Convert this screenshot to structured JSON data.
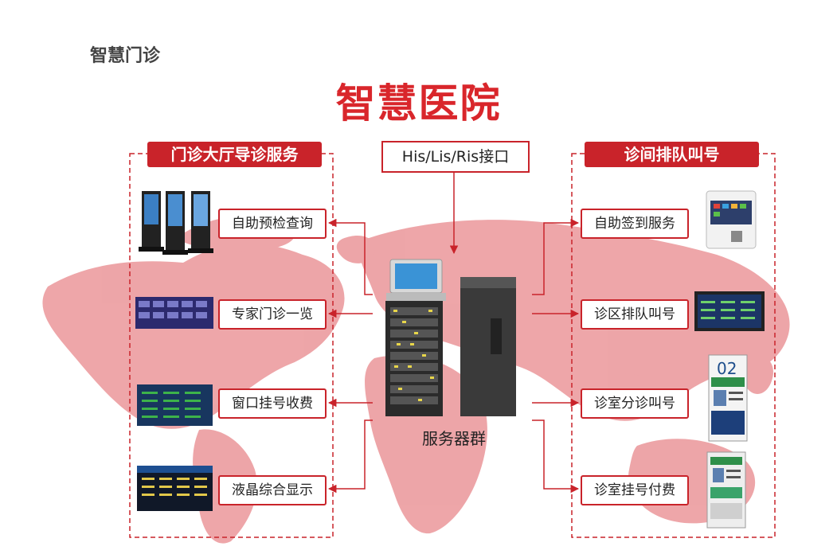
{
  "page": {
    "title": "智慧门诊"
  },
  "diagram": {
    "main_title": "智慧医院",
    "interface_label": "His/Lis/Ris接口",
    "server_label": "服务器群",
    "left_section": {
      "title": "门诊大厅导诊服务",
      "items": [
        "自助预检查询",
        "专家门诊一览",
        "窗口挂号收费",
        "液晶综合显示"
      ]
    },
    "right_section": {
      "title": "诊间排队叫号",
      "items": [
        "自助签到服务",
        "诊区排队叫号",
        "诊室分诊叫号",
        "诊室挂号付费"
      ]
    },
    "device_badge": "02"
  },
  "colors": {
    "accent": "#c9232a",
    "map": "#e8868b",
    "text": "#222222"
  }
}
